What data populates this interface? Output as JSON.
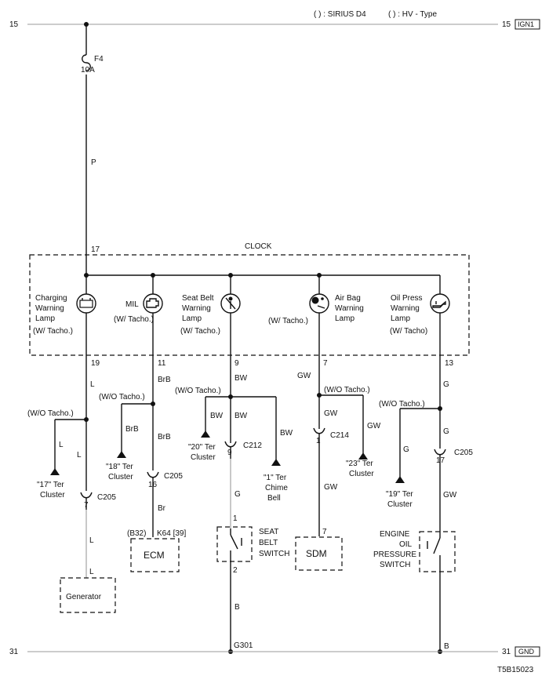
{
  "legend": {
    "sirius": "( ) : SIRIUS D4",
    "hv": "( ) : HV - Type"
  },
  "rails": {
    "top_left": "15",
    "top_right": "15",
    "top_tag": "IGN1",
    "bottom_left": "31",
    "bottom_right": "31",
    "bottom_tag": "GND"
  },
  "fuse": {
    "name": "F4",
    "rating": "10A",
    "wire": "P"
  },
  "clock": {
    "title": "CLOCK",
    "input_pin": "17"
  },
  "lamps": {
    "charging": {
      "line1": "Charging",
      "line2": "Warning",
      "line3": "Lamp",
      "line4": "(W/ Tacho.)",
      "pin": "19",
      "wire": "L"
    },
    "mil": {
      "line1": "MIL",
      "line2": "(W/ Tacho.)",
      "pin": "11",
      "wire": "BrB"
    },
    "seatbelt": {
      "line1": "Seat Belt",
      "line2": "Warning",
      "line3": "Lamp",
      "line4": "(W/ Tacho.)",
      "pin": "9",
      "wire": "BW"
    },
    "airbag": {
      "line1": "Air Bag",
      "line2": "Warning",
      "line3": "Lamp",
      "line4": "(W/ Tacho.)",
      "pin": "7",
      "wire": "GW"
    },
    "oil": {
      "line1": "Oil Press",
      "line2": "Warning",
      "line3": "Lamp",
      "line4": "(W/ Tacho)",
      "pin": "13",
      "wire": "G"
    }
  },
  "branches": {
    "b17": {
      "cond": "(W/O Tacho.)",
      "wire": "L",
      "dest1": "\"17\" Ter",
      "dest2": "Cluster"
    },
    "b18": {
      "cond": "(W/O Tacho.)",
      "wire": "BrB",
      "dest1": "\"18\" Ter",
      "dest2": "Cluster"
    },
    "b20": {
      "cond": "(W/O Tacho.)",
      "wire": "BW",
      "dest1": "\"20\" Ter",
      "dest2": "Cluster"
    },
    "b1": {
      "wire": "BW",
      "dest1": "\"1\" Ter",
      "dest2": "Chime",
      "dest3": "Bell"
    },
    "b23": {
      "cond": "(W/O Tacho.)",
      "wire": "GW",
      "dest1": "\"23\" Ter",
      "dest2": "Cluster"
    },
    "b19": {
      "cond": "(W/O Tacho.)",
      "wire": "G",
      "dest1": "\"19\" Ter",
      "dest2": "Cluster"
    }
  },
  "charging_path": {
    "wire_a": "L",
    "pin": "7",
    "connector": "C205",
    "wire_b": "L",
    "wire_c": "L",
    "component": "Generator"
  },
  "mil_path": {
    "wire_a": "BrB",
    "pin": "16",
    "connector": "C205",
    "wire_b": "Br",
    "left_tag": "(B32)",
    "right_tag": "K64 [39]",
    "component": "ECM"
  },
  "seat_path": {
    "wire_a": "BW",
    "pin": "9",
    "connector": "C212",
    "wire_b": "G",
    "sw_pin1": "1",
    "sw_pin2": "2",
    "sw1": "SEAT",
    "sw2": "BELT",
    "sw3": "SWITCH",
    "wire_c": "B",
    "ground": "G301"
  },
  "airbag_path": {
    "wire_a": "GW",
    "pin": "1",
    "connector": "C214",
    "wire_b": "GW",
    "pin2": "7",
    "component": "SDM"
  },
  "oil_path": {
    "wire_a": "G",
    "pin": "17",
    "connector": "C205",
    "wire_b": "GW",
    "sw1": "ENGINE",
    "sw2": "OIL",
    "sw3": "PRESSURE",
    "sw4": "SWITCH",
    "wire_c": "B"
  },
  "code": "T5B15023"
}
